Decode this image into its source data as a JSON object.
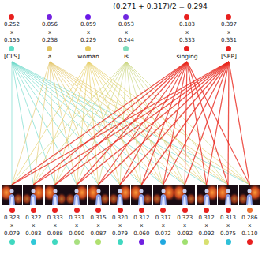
{
  "diagram": {
    "title": "(0.271 + 0.317)/2 = 0.294",
    "nodes": [
      {
        "text": [
          "0.252",
          "x",
          "0.155",
          "[CLS]"
        ]
      },
      {
        "text": [
          "0.056",
          "x",
          "0.238",
          "a"
        ]
      },
      {
        "text": [
          "0.059",
          "x",
          "0.229",
          "woman"
        ]
      },
      {
        "text": [
          "0.053",
          "x",
          "0.244",
          "is"
        ]
      },
      {
        "text": [
          "0.183",
          "x",
          "0.333",
          "singing"
        ]
      },
      {
        "text": [
          "0.397",
          "x",
          "0.331",
          "[SEP]"
        ]
      },
      {
        "text": [
          "0.323",
          "x",
          "0.079"
        ]
      },
      {
        "text": [
          "0.322",
          "x",
          "0.083"
        ]
      },
      {
        "text": [
          "0.333",
          "x",
          "0.088"
        ]
      },
      {
        "text": [
          "0.331",
          "x",
          "0.090"
        ]
      },
      {
        "text": [
          "0.315",
          "x",
          "0.087"
        ]
      },
      {
        "text": [
          "0.320",
          "x",
          "0.079"
        ]
      },
      {
        "text": [
          "0.312",
          "x",
          "0.060"
        ]
      },
      {
        "text": [
          "0.317",
          "x",
          "0.072"
        ]
      },
      {
        "text": [
          "0.323",
          "x",
          "0.092"
        ]
      },
      {
        "text": [
          "0.312",
          "x",
          "0.092"
        ]
      },
      {
        "text": [
          "0.313",
          "x",
          "0.075"
        ]
      },
      {
        "text": [
          "0.286",
          "x",
          "0.110"
        ]
      }
    ],
    "edges": [
      {
        "from": 0,
        "to": 6,
        "arrow": "none"
      },
      {
        "from": 0,
        "to": 7,
        "arrow": "none"
      },
      {
        "from": 0,
        "to": 8,
        "arrow": "none"
      },
      {
        "from": 0,
        "to": 9,
        "arrow": "none"
      },
      {
        "from": 0,
        "to": 10,
        "arrow": "none"
      },
      {
        "from": 0,
        "to": 11,
        "arrow": "none"
      },
      {
        "from": 0,
        "to": 12,
        "arrow": "none"
      },
      {
        "from": 0,
        "to": 13,
        "arrow": "none"
      },
      {
        "from": 0,
        "to": 14,
        "arrow": "none"
      },
      {
        "from": 0,
        "to": 15,
        "arrow": "none"
      },
      {
        "from": 0,
        "to": 16,
        "arrow": "none"
      },
      {
        "from": 0,
        "to": 17,
        "arrow": "none"
      },
      {
        "from": 1,
        "to": 6,
        "arrow": "none"
      },
      {
        "from": 1,
        "to": 7,
        "arrow": "none"
      },
      {
        "from": 1,
        "to": 8,
        "arrow": "none"
      },
      {
        "from": 1,
        "to": 9,
        "arrow": "none"
      },
      {
        "from": 1,
        "to": 10,
        "arrow": "none"
      },
      {
        "from": 1,
        "to": 11,
        "arrow": "none"
      },
      {
        "from": 1,
        "to": 12,
        "arrow": "none"
      },
      {
        "from": 1,
        "to": 13,
        "arrow": "none"
      },
      {
        "from": 1,
        "to": 14,
        "arrow": "none"
      },
      {
        "from": 1,
        "to": 15,
        "arrow": "none"
      },
      {
        "from": 1,
        "to": 16,
        "arrow": "none"
      },
      {
        "from": 1,
        "to": 17,
        "arrow": "none"
      },
      {
        "from": 2,
        "to": 6,
        "arrow": "none"
      },
      {
        "from": 2,
        "to": 7,
        "arrow": "none"
      },
      {
        "from": 2,
        "to": 8,
        "arrow": "none"
      },
      {
        "from": 2,
        "to": 9,
        "arrow": "none"
      },
      {
        "from": 2,
        "to": 10,
        "arrow": "none"
      },
      {
        "from": 2,
        "to": 11,
        "arrow": "none"
      },
      {
        "from": 2,
        "to": 12,
        "arrow": "none"
      },
      {
        "from": 2,
        "to": 13,
        "arrow": "none"
      },
      {
        "from": 2,
        "to": 14,
        "arrow": "none"
      },
      {
        "from": 2,
        "to": 15,
        "arrow": "none"
      },
      {
        "from": 2,
        "to": 16,
        "arrow": "none"
      },
      {
        "from": 2,
        "to": 17,
        "arrow": "none"
      },
      {
        "from": 3,
        "to": 6,
        "arrow": "none"
      },
      {
        "from": 3,
        "to": 7,
        "arrow": "none"
      },
      {
        "from": 3,
        "to": 8,
        "arrow": "none"
      },
      {
        "from": 3,
        "to": 9,
        "arrow": "none"
      },
      {
        "from": 3,
        "to": 10,
        "arrow": "none"
      },
      {
        "from": 3,
        "to": 11,
        "arrow": "none"
      },
      {
        "from": 3,
        "to": 12,
        "arrow": "none"
      },
      {
        "from": 3,
        "to": 13,
        "arrow": "none"
      },
      {
        "from": 3,
        "to": 14,
        "arrow": "none"
      },
      {
        "from": 3,
        "to": 15,
        "arrow": "none"
      },
      {
        "from": 3,
        "to": 16,
        "arrow": "none"
      },
      {
        "from": 3,
        "to": 17,
        "arrow": "none"
      },
      {
        "from": 4,
        "to": 6,
        "arrow": "none"
      },
      {
        "from": 4,
        "to": 7,
        "arrow": "none"
      },
      {
        "from": 4,
        "to": 8,
        "arrow": "none"
      },
      {
        "from": 4,
        "to": 9,
        "arrow": "none"
      },
      {
        "from": 4,
        "to": 10,
        "arrow": "none"
      },
      {
        "from": 4,
        "to": 11,
        "arrow": "none"
      },
      {
        "from": 4,
        "to": 12,
        "arrow": "none"
      },
      {
        "from": 4,
        "to": 13,
        "arrow": "none"
      },
      {
        "from": 4,
        "to": 14,
        "arrow": "none"
      },
      {
        "from": 4,
        "to": 15,
        "arrow": "none"
      },
      {
        "from": 4,
        "to": 16,
        "arrow": "none"
      },
      {
        "from": 4,
        "to": 17,
        "arrow": "none"
      },
      {
        "from": 5,
        "to": 6,
        "arrow": "none"
      },
      {
        "from": 5,
        "to": 7,
        "arrow": "none"
      },
      {
        "from": 5,
        "to": 8,
        "arrow": "none"
      },
      {
        "from": 5,
        "to": 9,
        "arrow": "none"
      },
      {
        "from": 5,
        "to": 10,
        "arrow": "none"
      },
      {
        "from": 5,
        "to": 11,
        "arrow": "none"
      },
      {
        "from": 5,
        "to": 12,
        "arrow": "none"
      },
      {
        "from": 5,
        "to": 13,
        "arrow": "none"
      },
      {
        "from": 5,
        "to": 14,
        "arrow": "none"
      },
      {
        "from": 5,
        "to": 15,
        "arrow": "none"
      },
      {
        "from": 5,
        "to": 16,
        "arrow": "none"
      },
      {
        "from": 5,
        "to": 17,
        "arrow": "none"
      }
    ]
  }
}
